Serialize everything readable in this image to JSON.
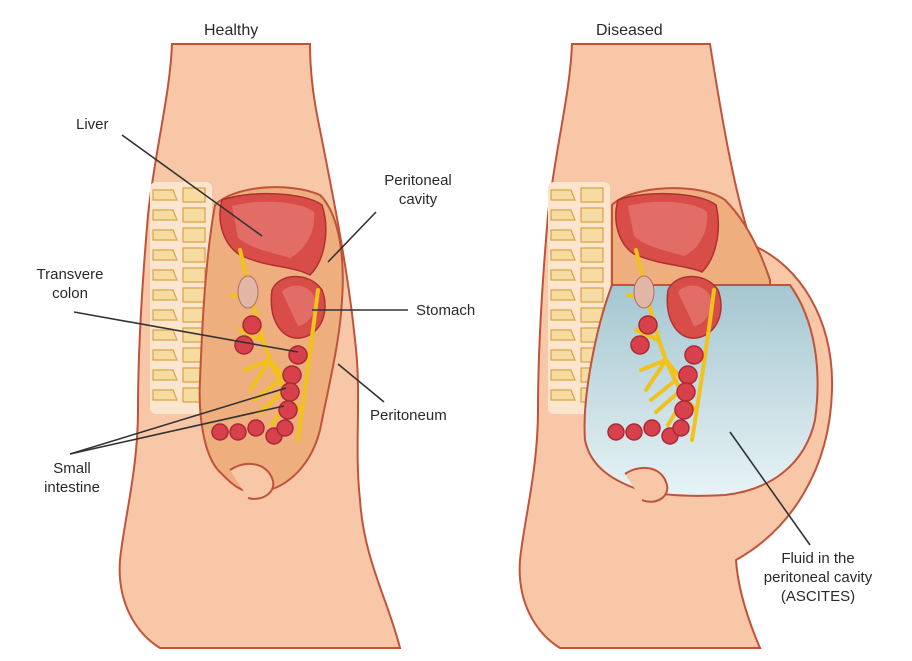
{
  "panels": {
    "healthy": {
      "title": "Healthy"
    },
    "diseased": {
      "title": "Diseased"
    }
  },
  "labels": {
    "liver": "Liver",
    "peritoneal_cavity": [
      "Peritoneal",
      "cavity"
    ],
    "transverse_colon": [
      "Transvere",
      "colon"
    ],
    "stomach": "Stomach",
    "peritoneum": "Peritoneum",
    "small_intestine": [
      "Small",
      "intestine"
    ],
    "ascites": [
      "Fluid in the",
      "peritoneal cavity",
      "(ASCITES)"
    ]
  },
  "colors": {
    "skin": "#f7c7a8",
    "skin_outline": "#c0533a",
    "cavity": "#eeae7e",
    "organ": "#d94d49",
    "organ_light": "#e8837a",
    "intestine": "#d8404c",
    "vessels": "#f2c21c",
    "spine": "#f6dca0",
    "spine_dark": "#d8a24a",
    "fluid_top": "#a5c6d0",
    "fluid_bottom": "#e7f3f6",
    "leader": "#333333"
  }
}
